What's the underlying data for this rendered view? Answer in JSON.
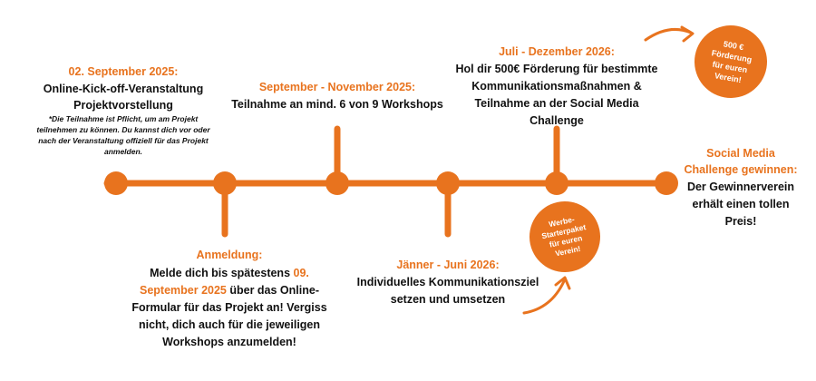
{
  "colors": {
    "accent": "#e8731e",
    "text": "#111111",
    "background": "#ffffff"
  },
  "milestones": {
    "kickoff": {
      "date": "02. September 2025:",
      "line1": "Online-Kick-off-Veranstaltung",
      "line2": "Projektvorstellung",
      "note1": "*Die Teilnahme ist Pflicht, um am Projekt",
      "note2": "teilnehmen zu können. Du kannst dich vor oder",
      "note3": "nach der Veranstaltung offiziell für das Projekt",
      "note4": "anmelden."
    },
    "anmeldung": {
      "date": "Anmeldung:",
      "l1a": "Melde dich bis spätestens ",
      "l1b": "09.",
      "l2a": "September 2025",
      "l2b": " über das Online-",
      "l3": "Formular für das Projekt an! Vergiss",
      "l4": "nicht, dich auch für die jeweiligen",
      "l5": "Workshops anzumelden!"
    },
    "workshops": {
      "date": "September - November 2025:",
      "line1": "Teilnahme an mind. 6 von 9 Workshops"
    },
    "kommunikation": {
      "date": "Jänner - Juni 2026:",
      "line1": "Individuelles Kommunikationsziel",
      "line2": "setzen und umsetzen"
    },
    "foerderung": {
      "date": "Juli - Dezember 2026:",
      "line1": "Hol dir 500€ Förderung für bestimmte",
      "line2": "Kommunikationsmaßnahmen &",
      "line3": "Teilnahme an der Social Media Challenge"
    },
    "gewinn": {
      "date1": "Social Media",
      "date2": "Challenge gewinnen:",
      "line1": "Der Gewinnerverein",
      "line2": "erhält einen tollen",
      "line3": "Preis!"
    }
  },
  "badges": {
    "starterpaket": [
      "Werbe-",
      "Starterpaket",
      "für euren",
      "Verein!"
    ],
    "foerderung": [
      "500 €",
      "Förderung",
      "für euren",
      "Verein!"
    ]
  }
}
